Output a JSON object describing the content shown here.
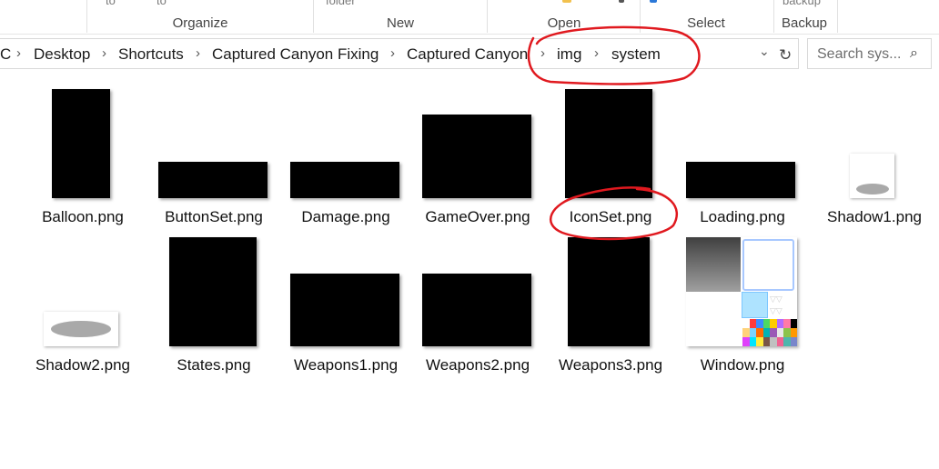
{
  "ribbon": {
    "cut_texts": [
      "to",
      "to",
      "folder",
      "backup"
    ],
    "groups": [
      "Organize",
      "New",
      "Open",
      "Select",
      "Backup"
    ]
  },
  "address": {
    "crumbs": [
      "C",
      "Desktop",
      "Shortcuts",
      "Captured Canyon Fixing",
      "Captured Canyon",
      "img",
      "system"
    ],
    "dropdown_icon": "chevron-down-icon",
    "refresh_icon": "refresh-icon"
  },
  "search": {
    "placeholder": "Search sys...",
    "icon": "search-icon"
  },
  "files": [
    {
      "name": "Balloon.png"
    },
    {
      "name": "ButtonSet.png"
    },
    {
      "name": "Damage.png"
    },
    {
      "name": "GameOver.png"
    },
    {
      "name": "IconSet.png"
    },
    {
      "name": "Loading.png"
    },
    {
      "name": "Shadow1.png"
    },
    {
      "name": "Shadow2.png"
    },
    {
      "name": "States.png"
    },
    {
      "name": "Weapons1.png"
    },
    {
      "name": "Weapons2.png"
    },
    {
      "name": "Weapons3.png"
    },
    {
      "name": "Window.png"
    }
  ],
  "colors": {
    "annotation": "#e0191f",
    "thumbnail": "#000000",
    "window_selection": "#aee3ff"
  }
}
